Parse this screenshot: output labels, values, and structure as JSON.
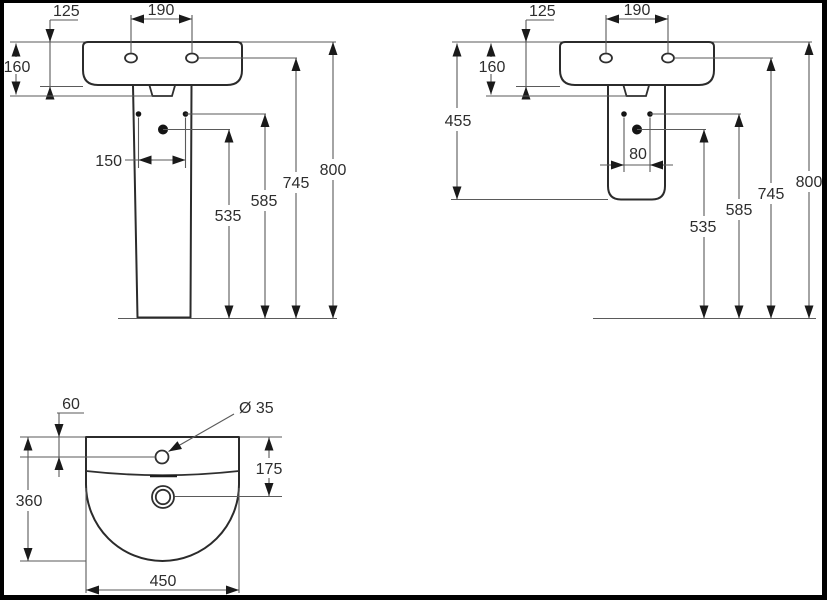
{
  "colors": {
    "line_dark": "#2b2b2b",
    "line_dim": "#5a5a5a",
    "background": "#ffffff",
    "border": "#000000"
  },
  "front_view_pedestal": {
    "dims": {
      "tap_offset": "125",
      "tap_spacing": "190",
      "rim_to_bracket": "160",
      "bolt_spacing": "150",
      "drain_height": "535",
      "bolt_height": "585",
      "tap_height": "745",
      "rim_height": "800"
    }
  },
  "front_view_semi_pedestal": {
    "dims": {
      "tap_offset": "125",
      "tap_spacing": "190",
      "rim_to_bracket": "160",
      "semi_pedestal_height": "455",
      "bolt_spacing": "80",
      "drain_height": "535",
      "bolt_height": "585",
      "tap_height": "745",
      "rim_height": "800"
    }
  },
  "top_view": {
    "dims": {
      "tap_setback": "60",
      "tap_hole_diameter": "Ø 35",
      "drain_setback": "175",
      "basin_depth": "360",
      "basin_width": "450"
    }
  }
}
